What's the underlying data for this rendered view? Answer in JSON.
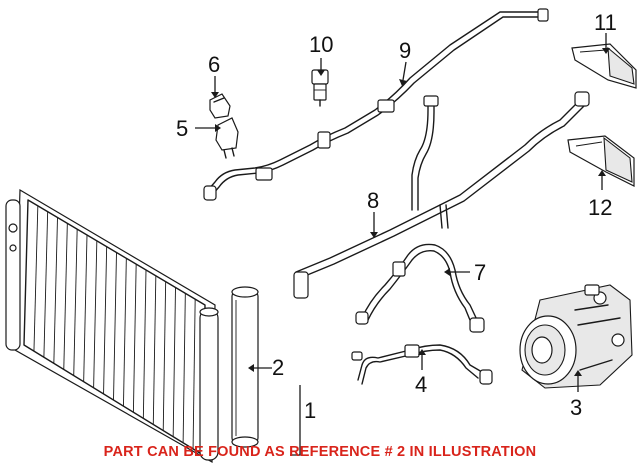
{
  "callouts": {
    "c1": "1",
    "c2": "2",
    "c3": "3",
    "c4": "4",
    "c5": "5",
    "c6": "6",
    "c7": "7",
    "c8": "8",
    "c9": "9",
    "c10": "10",
    "c11": "11",
    "c12": "12"
  },
  "caption": "PART CAN BE FOUND AS REFERENCE # 2 IN ILLUSTRATION",
  "colors": {
    "caption": "#d9241b",
    "line": "#1a1a1a",
    "background": "#ffffff"
  }
}
